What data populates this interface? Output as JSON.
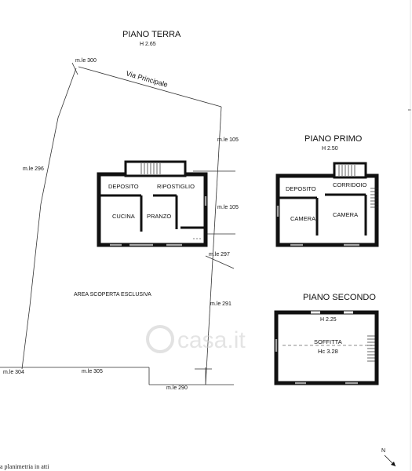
{
  "ground_floor": {
    "title": "PIANO TERRA",
    "height": "H 2.65",
    "rooms": {
      "deposito": "DEPOSITO",
      "ripostiglio": "RIPOSTIGLIO",
      "cucina": "CUCINA",
      "pranzo": "PRANZO"
    }
  },
  "first_floor": {
    "title": "PIANO PRIMO",
    "height": "H 2.50",
    "rooms": {
      "deposito": "DEPOSITO",
      "corridoio": "CORRIDOIO",
      "camera_left": "CAMERA",
      "camera_right": "CAMERA"
    }
  },
  "second_floor": {
    "title": "PIANO SECONDO",
    "height": "H 2.25",
    "rooms": {
      "soffitta": "SOFFITTA",
      "soffitta_height": "Hc 3.28"
    }
  },
  "site": {
    "street": "Via Principale",
    "area": "AREA SCOPERTA ESCLUSIVA",
    "parcels": {
      "p300": "m.le 300",
      "p296": "m.le 296",
      "p105a": "m.le 105",
      "p105b": "m.le 105",
      "p297": "m.le 297",
      "p291": "m.le 291",
      "p304": "m.le 304",
      "p305": "m.le 305",
      "p290": "m.le 290"
    }
  },
  "watermark": "casa.it",
  "footer_note": "a planimetria in atti",
  "north_label": "N"
}
